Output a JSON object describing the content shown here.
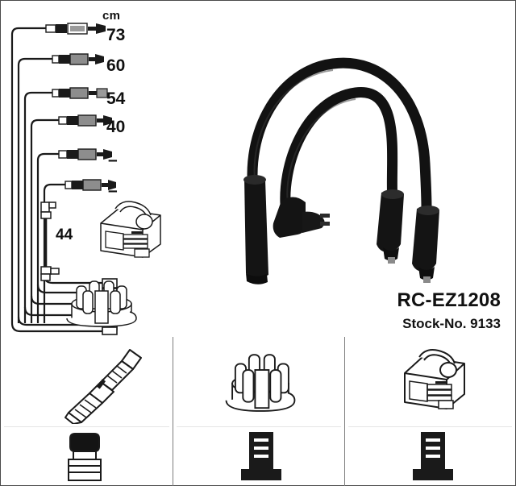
{
  "product": {
    "part_number": "RC-EZ1208",
    "stock_label": "Stock-No. 9133"
  },
  "length_table": {
    "unit_header": "cm",
    "rows": [
      {
        "index": 1,
        "length": "73",
        "connector": "plug-boot-straight"
      },
      {
        "index": 2,
        "length": "60",
        "connector": "plug-boot-straight"
      },
      {
        "index": 3,
        "length": "54",
        "connector": "plug-boot-straight"
      },
      {
        "index": 4,
        "length": "40",
        "connector": "plug-boot-straight"
      },
      {
        "index": 5,
        "length": "–",
        "connector": "plug-boot-straight"
      },
      {
        "index": 6,
        "length": "–",
        "connector": "plug-boot-straight"
      }
    ],
    "coil_lead": {
      "length": "44",
      "connector": "right-angle-boot-both-ends"
    }
  },
  "line_drawings": {
    "coil": "ignition-coil",
    "cap": "distributor-cap"
  },
  "photo": {
    "description": "two black ignition cables",
    "color": "#111111"
  },
  "bottom_panels": [
    {
      "id": "panel-spark-plug",
      "component": "spark-plug",
      "terminal": "plug-boot-rubber"
    },
    {
      "id": "panel-distributor-cap",
      "component": "distributor-cap",
      "terminal": "terminal-straight"
    },
    {
      "id": "panel-ignition-coil",
      "component": "ignition-coil",
      "terminal": "terminal-straight"
    }
  ],
  "colors": {
    "frame": "#4a4a4a",
    "divider": "#7d7d7d",
    "ink": "#111111",
    "background": "#ffffff"
  }
}
